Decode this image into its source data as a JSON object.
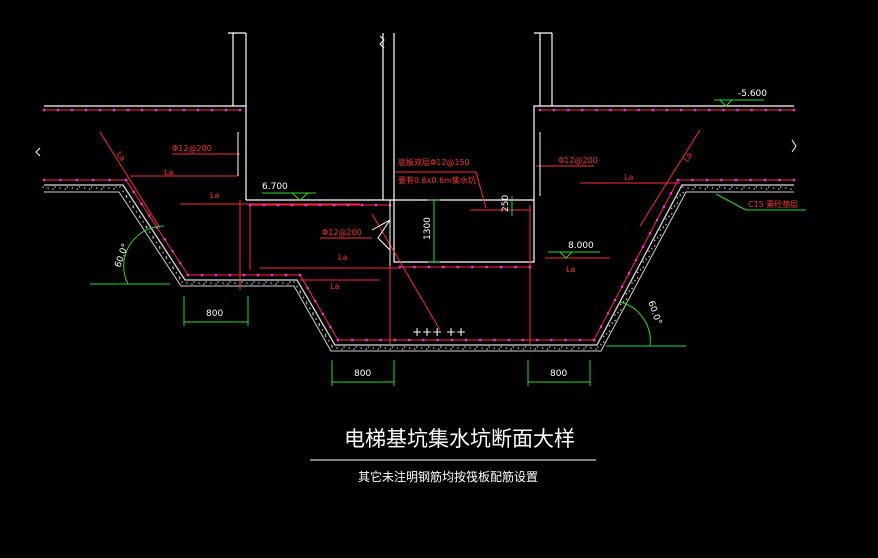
{
  "drawing": {
    "title": "电梯基坑集水坑断面大样",
    "subtitle": "其它未注明钢筋均按筏板配筋设置"
  },
  "elevations": {
    "top": "-5.600",
    "mid": "6.700",
    "pit": "8.000"
  },
  "rebar": {
    "left": "Φ12@200",
    "right": "Φ12@200",
    "center": "Φ12@200",
    "note1": "底板双层Φ12@150",
    "note2": "要有0.6x0.6m集水坑"
  },
  "anchorage": {
    "label": "La"
  },
  "dimensions": {
    "height": "1300",
    "small": "250",
    "w1": "800",
    "w2": "800",
    "w3": "800"
  },
  "angles": {
    "left": "60.0°",
    "right": "60.0°"
  },
  "callouts": {
    "cushion": "C15 素砼垫层"
  },
  "marks": {
    "cross": "+++ ++"
  }
}
